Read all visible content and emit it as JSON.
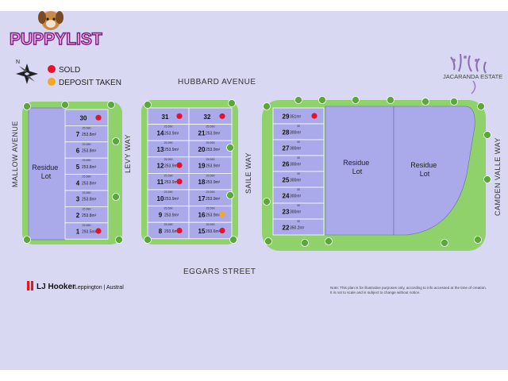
{
  "brand": {
    "logo_text": "PUPPYLIST"
  },
  "estate": {
    "name": "JACARANDA ESTATE"
  },
  "compass": {
    "north_label": "N"
  },
  "legend": [
    {
      "label": "SOLD",
      "color": "#e8102a"
    },
    {
      "label": "DEPOSIT TAKEN",
      "color": "#f5a623"
    }
  ],
  "streets": {
    "top": "HUBBARD AVENUE",
    "bottom": "EGGARS STREET",
    "left": "MALLOW AVENUE",
    "levy": "LEVY WAY",
    "saile": "SAILE WAY",
    "right": "CAMDEN VALLE WAY"
  },
  "agency": {
    "name": "LJ Hooker",
    "office": "Leppington | Austral"
  },
  "disclaimer": {
    "line1": "Note: This plan is for illustrative purposes only, according to info accessed at the time of creation.",
    "line2": "It is not to scale and is subject to change without notice."
  },
  "residue_label": "Residue\nLot",
  "block_a": {
    "lots": [
      {
        "num": "30",
        "area": "",
        "status": "sold"
      },
      {
        "num": "7",
        "area": "253.8m²",
        "status": ""
      },
      {
        "num": "6",
        "area": "253.8m²",
        "status": ""
      },
      {
        "num": "5",
        "area": "253.8m²",
        "status": ""
      },
      {
        "num": "4",
        "area": "253.8m²",
        "status": ""
      },
      {
        "num": "3",
        "area": "253.8m²",
        "status": ""
      },
      {
        "num": "2",
        "area": "253.8m²",
        "status": ""
      },
      {
        "num": "1",
        "area": "293.5m²",
        "status": "sold"
      }
    ]
  },
  "block_b": {
    "left": [
      {
        "num": "31",
        "area": "",
        "status": "sold"
      },
      {
        "num": "14",
        "area": "253.9m²",
        "status": ""
      },
      {
        "num": "13",
        "area": "253.9m²",
        "status": ""
      },
      {
        "num": "12",
        "area": "253.9m²",
        "status": "sold"
      },
      {
        "num": "11",
        "area": "253.9m²",
        "status": "sold"
      },
      {
        "num": "10",
        "area": "253.9m²",
        "status": ""
      },
      {
        "num": "9",
        "area": "253.9m²",
        "status": ""
      },
      {
        "num": "8",
        "area": "293.6m²",
        "status": "sold"
      }
    ],
    "right": [
      {
        "num": "32",
        "area": "",
        "status": "sold"
      },
      {
        "num": "21",
        "area": "253.9m²",
        "status": ""
      },
      {
        "num": "20",
        "area": "253.9m²",
        "status": ""
      },
      {
        "num": "19",
        "area": "253.9m²",
        "status": ""
      },
      {
        "num": "18",
        "area": "253.9m²",
        "status": ""
      },
      {
        "num": "17",
        "area": "253.9m²",
        "status": ""
      },
      {
        "num": "16",
        "area": "253.9m²",
        "status": "deposit"
      },
      {
        "num": "15",
        "area": "293.6m²",
        "status": "sold"
      }
    ]
  },
  "block_c": {
    "lots": [
      {
        "num": "29",
        "area": "351m²",
        "status": "sold"
      },
      {
        "num": "28",
        "area": "300m²",
        "status": ""
      },
      {
        "num": "27",
        "area": "300m²",
        "status": ""
      },
      {
        "num": "26",
        "area": "300m²",
        "status": ""
      },
      {
        "num": "25",
        "area": "300m²",
        "status": ""
      },
      {
        "num": "24",
        "area": "300m²",
        "status": ""
      },
      {
        "num": "23",
        "area": "300m²",
        "status": ""
      },
      {
        "num": "22",
        "area": "350.2m²",
        "status": ""
      }
    ]
  },
  "dims": {
    "a_width": "25.580",
    "b_width": "25.590",
    "c_width": "30"
  }
}
